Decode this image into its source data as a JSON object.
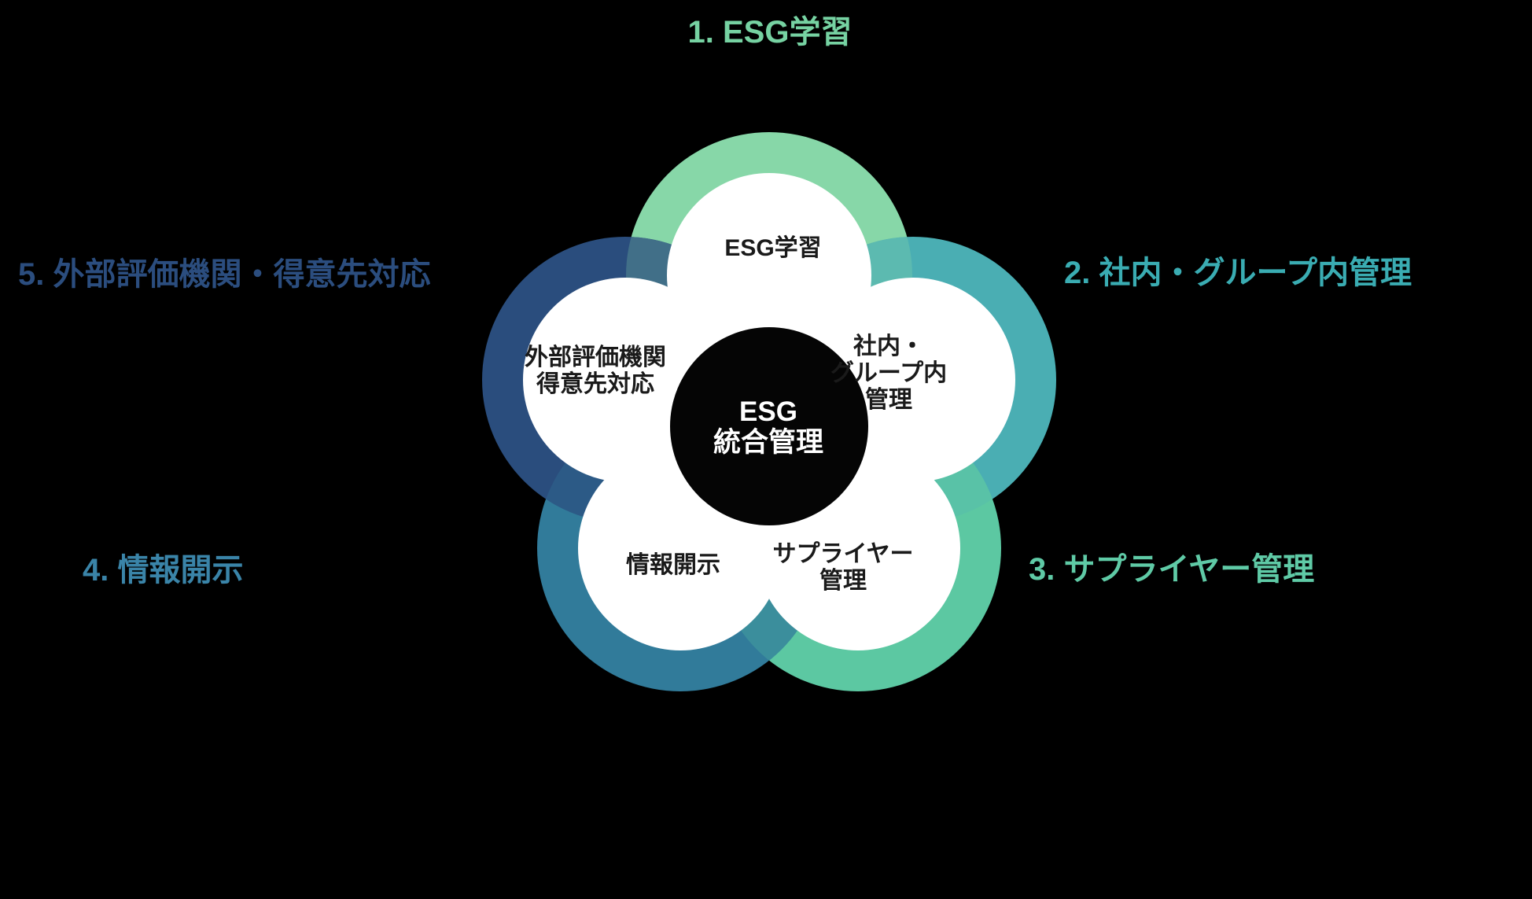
{
  "background_color": "#000000",
  "center_circle": {
    "lines": [
      "ESG",
      "統合管理"
    ],
    "fill_color": "#050505",
    "text_color": "#ffffff"
  },
  "petals": [
    {
      "name": "esg-learning",
      "lines": [
        "ESG学習"
      ],
      "ring_color": "#87d7a8",
      "inner_color": "#ffffff"
    },
    {
      "name": "internal-group-management",
      "lines": [
        "社内・",
        "グループ内",
        "管理"
      ],
      "ring_color": "#4aaeb3",
      "inner_color": "#ffffff"
    },
    {
      "name": "supplier-management",
      "lines": [
        "サプライヤー",
        "管理"
      ],
      "ring_color": "#5cc8a2",
      "inner_color": "#ffffff"
    },
    {
      "name": "information-disclosure",
      "lines": [
        "情報開示"
      ],
      "ring_color": "#317b9a",
      "inner_color": "#ffffff"
    },
    {
      "name": "external-rating-customers",
      "lines": [
        "外部評価機関",
        "得意先対応"
      ],
      "ring_color": "#2a4d7d",
      "inner_color": "#ffffff"
    }
  ],
  "overlap_colors": {
    "green_teal": "#5cbab0",
    "teal_mint": "#59c2a7",
    "mint_steel": "#3b8e9c",
    "steel_navy": "#2c5a86",
    "navy_green": "#416f88"
  },
  "outer_labels": [
    {
      "text": "1. ESG学習",
      "color": "#76d2a2"
    },
    {
      "text": "2. 社内・グループ内管理",
      "color": "#3aacb2"
    },
    {
      "text": "3. サプライヤー管理",
      "color": "#5fcaa6"
    },
    {
      "text": "4. 情報開示",
      "color": "#3a84a8"
    },
    {
      "text": "5. 外部評価機関・得意先対応",
      "color": "#2b4d7e"
    }
  ]
}
